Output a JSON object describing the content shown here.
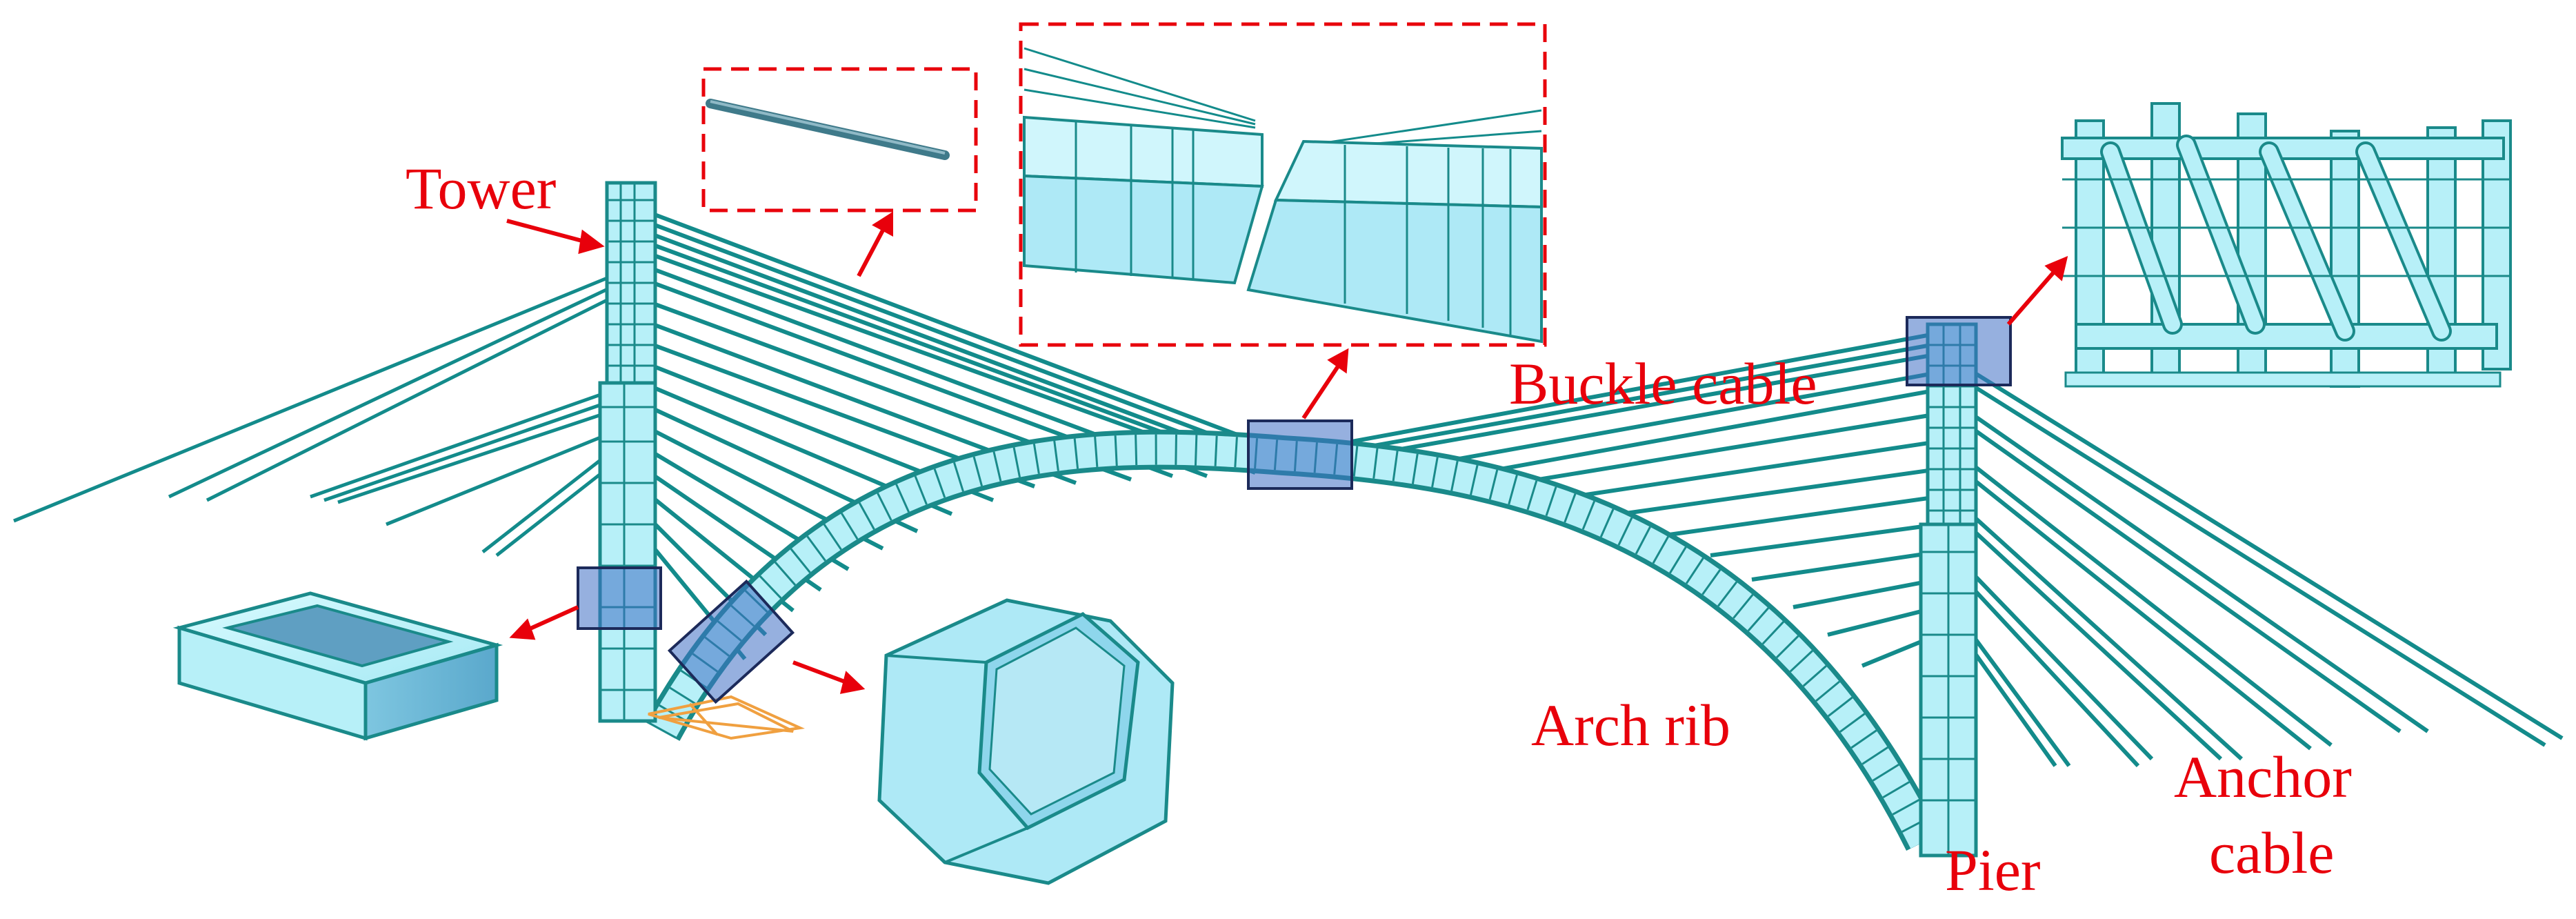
{
  "labels": {
    "tower": "Tower",
    "buckle_cable": "Buckle cable",
    "arch_rib": "Arch rib",
    "pier": "Pier",
    "anchor_line1": "Anchor",
    "anchor_line2": "cable"
  },
  "colors": {
    "label": "#e8000b",
    "cable": "#138b8b",
    "structure_fill": "#b7f0f8",
    "structure_edge": "#1a8a8a",
    "highlight_box": "#3f6fc4",
    "callout_border": "#e8000b",
    "foundation": "#f0a040"
  }
}
